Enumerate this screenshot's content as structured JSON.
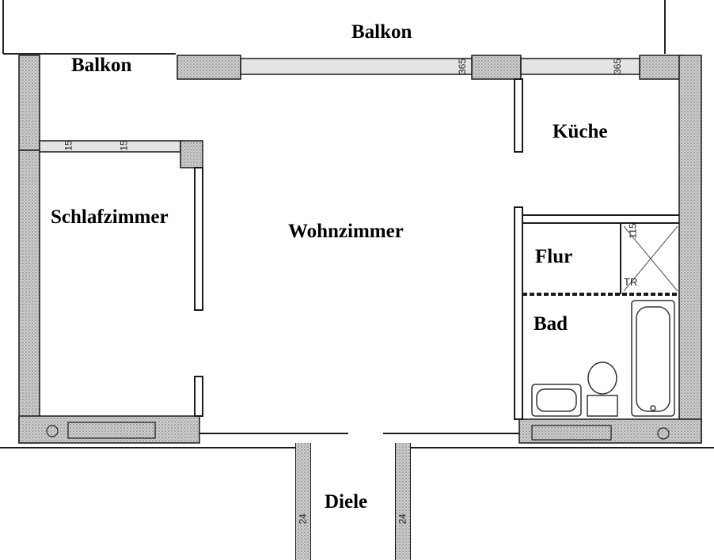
{
  "rooms": {
    "balkon_top": "Balkon",
    "balkon_left": "Balkon",
    "schlafzimmer": "Schlafzimmer",
    "wohnzimmer": "Wohnzimmer",
    "kueche": "Küche",
    "flur": "Flur",
    "bad": "Bad",
    "diele": "Diele"
  },
  "dimensions": {
    "window_top_1": "365",
    "window_top_2": "365",
    "window_left_1": "15",
    "window_left_2": "15",
    "flur_shaft": "115",
    "tr": "TR",
    "diele_left": "24",
    "diele_right": "24"
  }
}
